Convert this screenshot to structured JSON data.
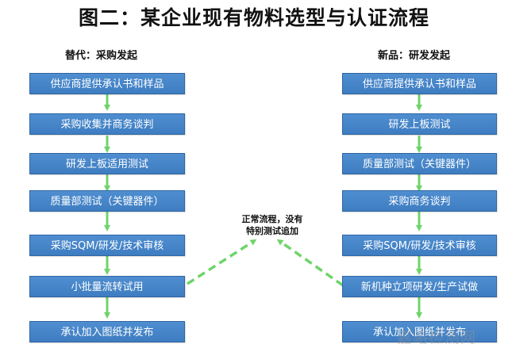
{
  "title": "图二：某企业现有物料选型与认证流程",
  "left": {
    "header": "替代：采购发起",
    "steps": [
      "供应商提供承认书和样品",
      "采购收集并商务谈判",
      "研发上板适用测试",
      "质量部测试（关键器件）",
      "采购SQM/研发/技术审核",
      "小批量流转试用",
      "承认加入图纸并发布"
    ]
  },
  "right": {
    "header": "新品：研发发起",
    "steps": [
      "供应商提供承认书和样品",
      "研发上板测试",
      "质量部测试（关键器件）",
      "采购商务谈判",
      "采购SQM/研发/技术审核",
      "新机种立项研发/生产试做",
      "承认加入图纸并发布"
    ]
  },
  "note": {
    "line1": "正常流程，没有",
    "line2": "特别测试追加"
  },
  "watermark": "嘉峪检测网",
  "colors": {
    "box": "#4a88cb",
    "arrow": "#6fd46a"
  }
}
